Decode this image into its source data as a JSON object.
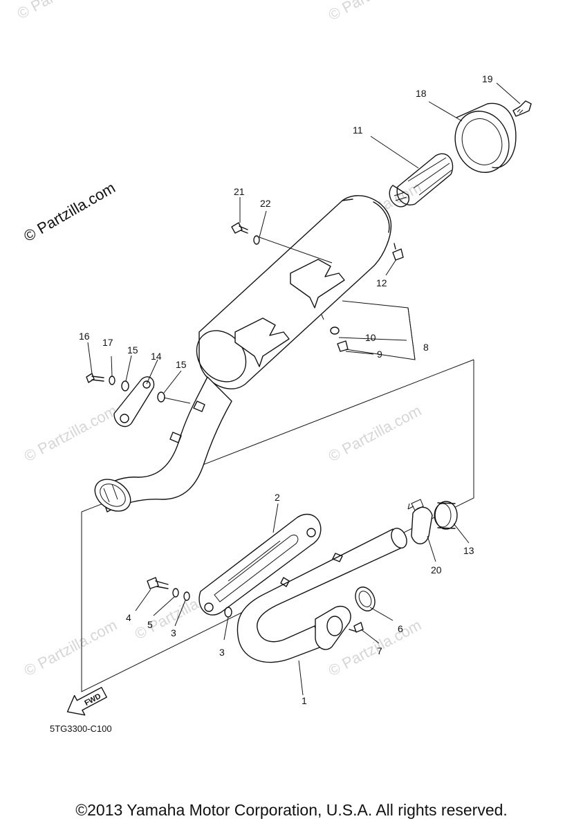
{
  "watermark": "© Partzilla.com",
  "brand_watermark": "© Partzilla.com",
  "diagram_code": "5TG3300-C100",
  "fwd_label": "FWD",
  "copyright": "©2013 Yamaha Motor Corporation, U.S.A. All rights reserved.",
  "callouts": [
    "1",
    "2",
    "3",
    "3",
    "4",
    "5",
    "6",
    "7",
    "8",
    "9",
    "10",
    "11",
    "12",
    "13",
    "14",
    "15",
    "15",
    "16",
    "17",
    "18",
    "19",
    "20",
    "21",
    "22"
  ]
}
